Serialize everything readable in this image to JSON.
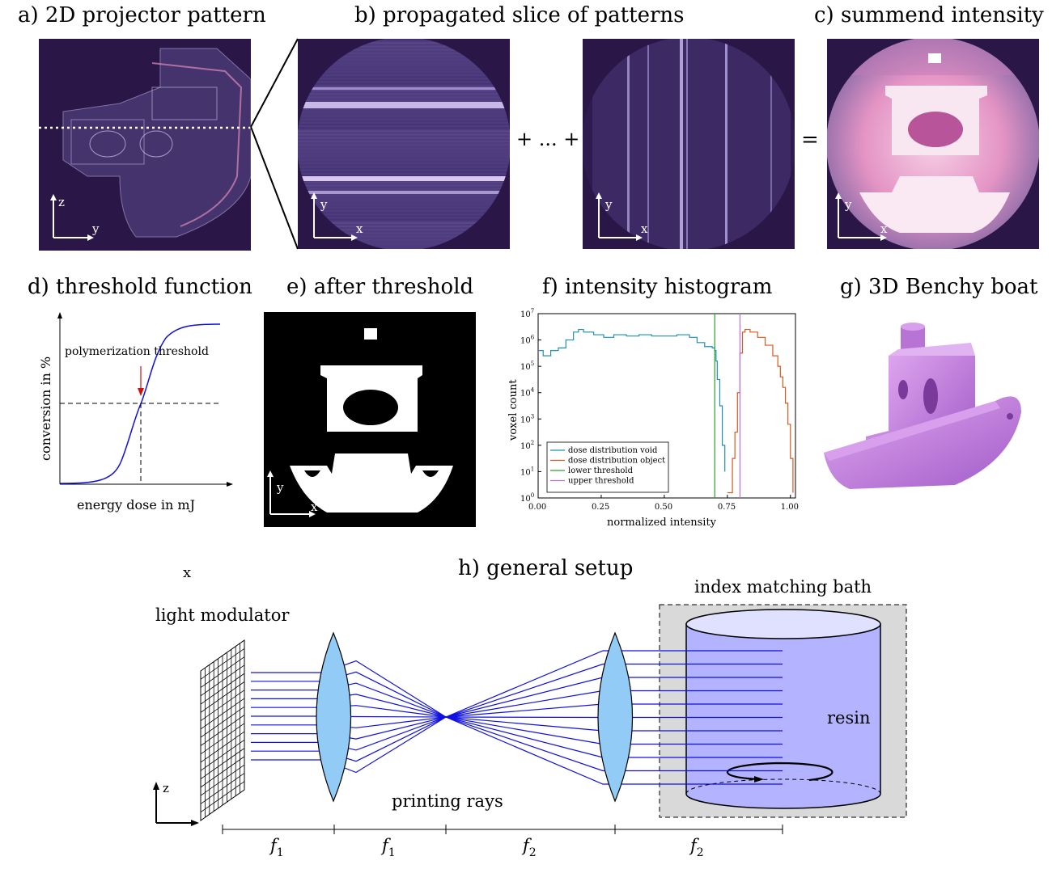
{
  "titles": {
    "a": "a) 2D projector pattern",
    "b": "b) propagated slice of patterns",
    "c": "c) summend intensity",
    "d": "d) threshold function",
    "e": "e) after threshold",
    "f": "f) intensity histogram",
    "g": "g) 3D Benchy boat",
    "h": "h) general setup"
  },
  "operators": {
    "plus_dots": "+ ... +",
    "equals": "="
  },
  "axes": {
    "y": "y",
    "z": "z",
    "x": "x"
  },
  "threshold_plot": {
    "ylabel": "conversion in %",
    "xlabel": "energy dose in mJ",
    "annotation": "polymerization threshold"
  },
  "chart_data": {
    "type": "line",
    "xlabel": "normalized intensity",
    "ylabel": "voxel count",
    "xlim": [
      0,
      1.02
    ],
    "ylim_log10": [
      0,
      7
    ],
    "log_scale_y": true,
    "x_ticks": [
      "0.00",
      "0.25",
      "0.50",
      "0.75",
      "1.00"
    ],
    "y_ticks": [
      "10^0",
      "10^1",
      "10^2",
      "10^3",
      "10^4",
      "10^5",
      "10^6",
      "10^7"
    ],
    "legend_position": "bottom-left",
    "colors": {
      "void": "#1f8fb6",
      "object": "#d9581e",
      "lower": "#2ca02c",
      "upper": "#c070d8"
    },
    "series": [
      {
        "name": "dose distribution void",
        "x": [
          0.0,
          0.02,
          0.05,
          0.08,
          0.11,
          0.14,
          0.16,
          0.18,
          0.22,
          0.26,
          0.3,
          0.35,
          0.4,
          0.45,
          0.5,
          0.55,
          0.6,
          0.63,
          0.66,
          0.69,
          0.7,
          0.705,
          0.71,
          0.72,
          0.73,
          0.74
        ],
        "log10_count": [
          5.6,
          5.4,
          5.6,
          5.7,
          6.0,
          6.3,
          6.4,
          6.3,
          6.2,
          6.1,
          6.2,
          6.15,
          6.2,
          6.15,
          6.15,
          6.2,
          6.1,
          5.9,
          5.75,
          5.7,
          5.6,
          5.2,
          4.5,
          3.5,
          2.0,
          1.0
        ]
      },
      {
        "name": "dose distribution object",
        "x": [
          0.75,
          0.77,
          0.78,
          0.79,
          0.8,
          0.81,
          0.82,
          0.84,
          0.87,
          0.9,
          0.93,
          0.95,
          0.96,
          0.97,
          0.98,
          0.99,
          1.0,
          1.01
        ],
        "log10_count": [
          0.2,
          1.5,
          2.5,
          4.0,
          5.5,
          6.3,
          6.4,
          6.3,
          6.1,
          5.8,
          5.4,
          5.0,
          4.6,
          4.2,
          3.6,
          2.8,
          1.5,
          0.2
        ]
      },
      {
        "name": "lower threshold",
        "x": [
          0.7,
          0.7
        ],
        "log10_count": [
          0,
          7
        ]
      },
      {
        "name": "upper threshold",
        "x": [
          0.8,
          0.8
        ],
        "log10_count": [
          0,
          7
        ]
      }
    ]
  },
  "setup": {
    "bath_label": "index matching bath",
    "modulator_label": "light modulator",
    "resin_label": "resin",
    "rays_label": "printing rays",
    "x_marker": "x",
    "focal": [
      "f",
      "f",
      "f",
      "f"
    ],
    "focal_sub": [
      "1",
      "1",
      "2",
      "2"
    ]
  }
}
